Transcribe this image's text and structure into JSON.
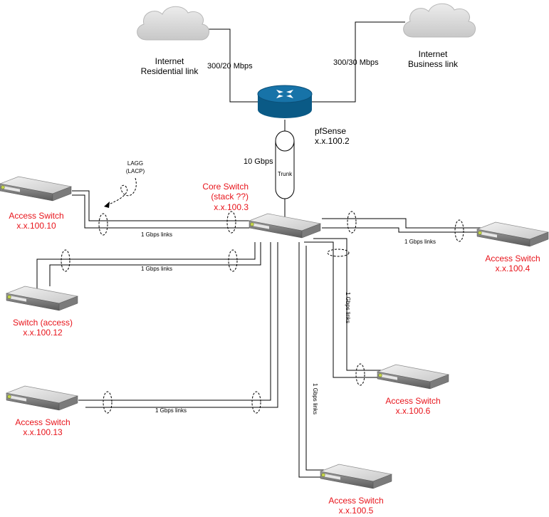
{
  "diagram": {
    "clouds": {
      "residential": {
        "line1": "Internet",
        "line2": "Residential link",
        "speed": "300/20 Mbps"
      },
      "business": {
        "line1": "Internet",
        "line2": "Business link",
        "speed": "300/30 Mbps"
      }
    },
    "router": {
      "name": "pfSense",
      "ip": "x.x.100.2"
    },
    "trunk": {
      "label": "Trunk",
      "speed": "10 Gbps"
    },
    "lagg": {
      "line1": "LAGG",
      "line2": "(LACP)"
    },
    "core": {
      "line1": "Core Switch",
      "line2": "(stack ??)",
      "ip": "x.x.100.3"
    },
    "switches": {
      "s10": {
        "name": "Access Switch",
        "ip": "x.x.100.10"
      },
      "s12": {
        "name": "Switch (access)",
        "ip": "x.x.100.12"
      },
      "s13": {
        "name": "Access Switch",
        "ip": "x.x.100.13"
      },
      "s4": {
        "name": "Access Switch",
        "ip": "x.x.100.4"
      },
      "s6": {
        "name": "Access Switch",
        "ip": "x.x.100.6"
      },
      "s5": {
        "name": "Access Switch",
        "ip": "x.x.100.5"
      }
    },
    "links": {
      "l10": "1 Gbps links",
      "l12": "1 Gbps links",
      "l13": "1 Gbps links",
      "l4": "1 Gbps links",
      "l6": "1 Gbps links",
      "l5": "1 Gbps links"
    },
    "colors": {
      "router": "#0d6391",
      "accent": "#e8141b",
      "cloud": "#d9d9d9"
    }
  }
}
